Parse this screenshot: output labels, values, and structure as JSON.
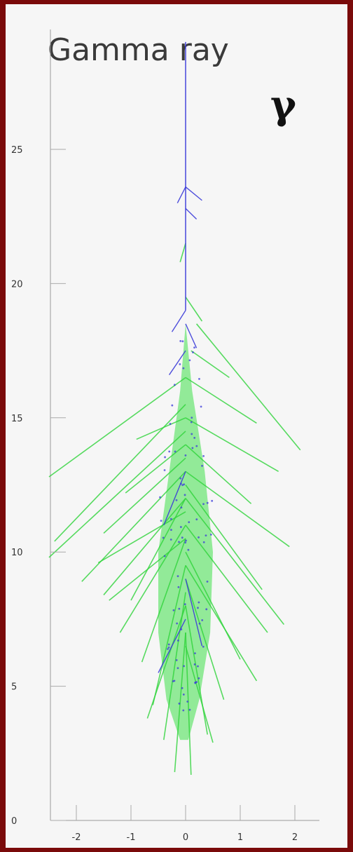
{
  "chart_data": {
    "type": "scatter",
    "title": "Gamma ray",
    "annotation": "γ",
    "xlabel": "",
    "ylabel": "",
    "xlim": [
      -2.5,
      2.5
    ],
    "ylim": [
      0,
      29
    ],
    "x_ticks": [
      "-2",
      "-1",
      "0",
      "1",
      "2"
    ],
    "y_ticks": [
      "0",
      "5",
      "10",
      "15",
      "20",
      "25"
    ],
    "grid": false,
    "legend": "none",
    "shower_axis_x": 0,
    "primary_track": {
      "x": 0,
      "y_start": 29,
      "y_end": 19
    },
    "tracks_green": [
      {
        "x1": 0.0,
        "y1": 16.5,
        "x2": -2.5,
        "y2": 12.8
      },
      {
        "x1": 0.0,
        "y1": 15.5,
        "x2": -2.4,
        "y2": 10.4
      },
      {
        "x1": 0.0,
        "y1": 14.5,
        "x2": -2.5,
        "y2": 9.8
      },
      {
        "x1": 0.0,
        "y1": 13.5,
        "x2": -1.5,
        "y2": 10.7
      },
      {
        "x1": 0.0,
        "y1": 13.0,
        "x2": -1.9,
        "y2": 8.9
      },
      {
        "x1": 0.0,
        "y1": 12.0,
        "x2": -1.5,
        "y2": 8.4
      },
      {
        "x1": 0.0,
        "y1": 12.0,
        "x2": -1.0,
        "y2": 8.2
      },
      {
        "x1": 0.0,
        "y1": 11.0,
        "x2": -1.2,
        "y2": 7.0
      },
      {
        "x1": 0.0,
        "y1": 10.5,
        "x2": -0.8,
        "y2": 5.9
      },
      {
        "x1": 0.0,
        "y1": 9.5,
        "x2": -0.6,
        "y2": 4.3
      },
      {
        "x1": 0.0,
        "y1": 8.5,
        "x2": -0.4,
        "y2": 3.0
      },
      {
        "x1": 0.0,
        "y1": 7.0,
        "x2": -0.2,
        "y2": 1.8
      },
      {
        "x1": 0.0,
        "y1": 7.0,
        "x2": 0.1,
        "y2": 1.7
      },
      {
        "x1": 0.0,
        "y1": 8.0,
        "x2": 0.4,
        "y2": 3.2
      },
      {
        "x1": 0.0,
        "y1": 9.0,
        "x2": 0.7,
        "y2": 4.5
      },
      {
        "x1": 0.0,
        "y1": 10.0,
        "x2": 1.0,
        "y2": 6.0
      },
      {
        "x1": 0.0,
        "y1": 11.0,
        "x2": 1.5,
        "y2": 7.0
      },
      {
        "x1": 0.0,
        "y1": 12.0,
        "x2": 1.8,
        "y2": 7.3
      },
      {
        "x1": 0.0,
        "y1": 12.5,
        "x2": 1.4,
        "y2": 8.6
      },
      {
        "x1": 0.0,
        "y1": 13.0,
        "x2": 1.9,
        "y2": 10.2
      },
      {
        "x1": 0.0,
        "y1": 14.0,
        "x2": 1.2,
        "y2": 11.8
      },
      {
        "x1": 0.0,
        "y1": 15.0,
        "x2": 1.7,
        "y2": 13.0
      },
      {
        "x1": 0.2,
        "y1": 18.5,
        "x2": 2.1,
        "y2": 13.8
      },
      {
        "x1": 0.0,
        "y1": 16.5,
        "x2": 1.3,
        "y2": 14.8
      },
      {
        "x1": 0.1,
        "y1": 17.5,
        "x2": 0.8,
        "y2": 16.5
      },
      {
        "x1": 0.0,
        "y1": 19.5,
        "x2": 0.3,
        "y2": 18.6
      },
      {
        "x1": 0.0,
        "y1": 21.5,
        "x2": -0.1,
        "y2": 20.8
      },
      {
        "x1": 0.0,
        "y1": 15.0,
        "x2": -0.9,
        "y2": 14.2
      },
      {
        "x1": 0.0,
        "y1": 11.5,
        "x2": -1.6,
        "y2": 9.6
      },
      {
        "x1": 0.0,
        "y1": 10.5,
        "x2": -1.4,
        "y2": 8.2
      },
      {
        "x1": 0.0,
        "y1": 9.5,
        "x2": 1.3,
        "y2": 5.2
      },
      {
        "x1": 0.0,
        "y1": 8.0,
        "x2": -0.7,
        "y2": 3.8
      },
      {
        "x1": 0.0,
        "y1": 6.5,
        "x2": 0.5,
        "y2": 2.9
      },
      {
        "x1": 0.0,
        "y1": 14.0,
        "x2": -1.1,
        "y2": 12.2
      }
    ],
    "tracks_blue": [
      {
        "x1": 0.0,
        "y1": 23.6,
        "x2": -0.15,
        "y2": 23.0
      },
      {
        "x1": 0.0,
        "y1": 23.6,
        "x2": 0.3,
        "y2": 23.1
      },
      {
        "x1": 0.0,
        "y1": 22.8,
        "x2": 0.2,
        "y2": 22.4
      },
      {
        "x1": 0.0,
        "y1": 19.0,
        "x2": -0.25,
        "y2": 18.2
      },
      {
        "x1": 0.0,
        "y1": 18.5,
        "x2": 0.2,
        "y2": 17.6
      },
      {
        "x1": 0.0,
        "y1": 17.5,
        "x2": -0.3,
        "y2": 16.6
      },
      {
        "x1": 0.0,
        "y1": 13.0,
        "x2": -0.4,
        "y2": 11.0
      },
      {
        "x1": 0.0,
        "y1": 9.0,
        "x2": 0.3,
        "y2": 6.5
      },
      {
        "x1": 0.0,
        "y1": 7.5,
        "x2": -0.5,
        "y2": 5.5
      }
    ]
  }
}
